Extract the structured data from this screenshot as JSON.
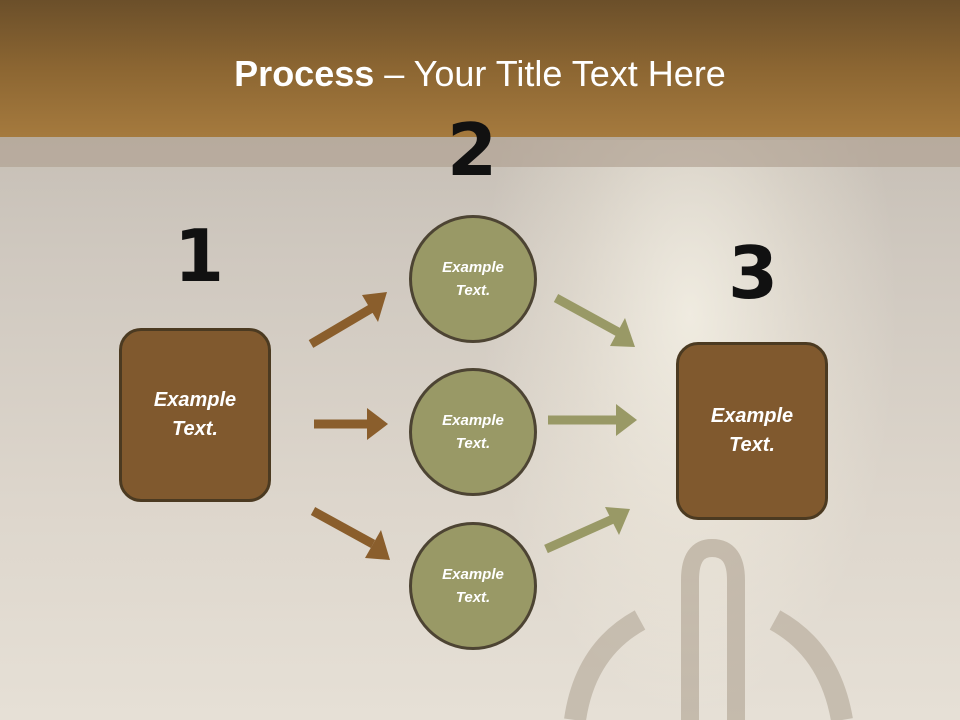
{
  "slide": {
    "title_bold": "Process",
    "title_rest": " – Your Title Text Here"
  },
  "diagram": {
    "step_numbers": [
      "1",
      "2",
      "3"
    ],
    "left_box": "Example Text.",
    "circles": [
      "Example Text.",
      "Example Text.",
      "Example Text."
    ],
    "right_box": "Example Text."
  },
  "colors": {
    "header": "#8c6632",
    "box_fill": "#80592e",
    "circle_fill": "#999966",
    "arrow_brown": "#8a5e2c",
    "arrow_olive": "#999966"
  }
}
